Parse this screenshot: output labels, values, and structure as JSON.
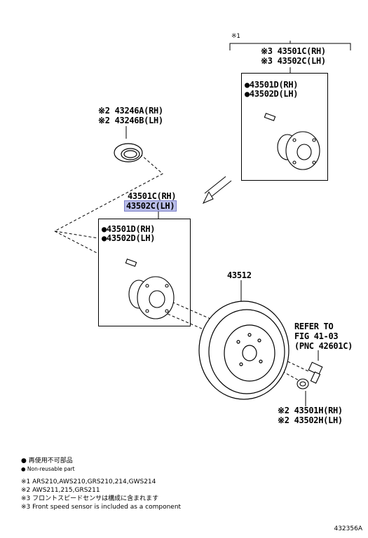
{
  "callouts": {
    "note1_marker": "※1",
    "sensor_hub_right": "※3 43501C(RH)",
    "sensor_hub_left": "※3 43502C(LH)",
    "inset_hub_right": "●43501D(RH)",
    "inset_hub_left": "●43502D(LH)",
    "seal_right": "※2 43246A(RH)",
    "seal_left": "※2 43246B(LH)",
    "main_hub_right": "43501C(RH)",
    "main_hub_left": "43502C(LH)",
    "main_inset_right": "●43501D(RH)",
    "main_inset_left": "●43502D(LH)",
    "disc": "43512",
    "refer_line1": "REFER TO",
    "refer_line2": "FIG 41-03",
    "refer_line3": "(PNC 42601C)",
    "nut_right": "※2 43501H(RH)",
    "nut_left": "※2 43502H(LH)"
  },
  "legend": {
    "line1": "● 再使用不可部品",
    "line2": "● Non-reusable part",
    "line3": "※1 ARS210,AWS210,GRS210,214,GWS214",
    "line4": "※2 AWS211,215,GRS211",
    "line5": "※3 フロントスピードセンサは構成に含まれます",
    "line6": "※3 Front speed sensor is included as a component"
  },
  "figure_code": "432356A"
}
